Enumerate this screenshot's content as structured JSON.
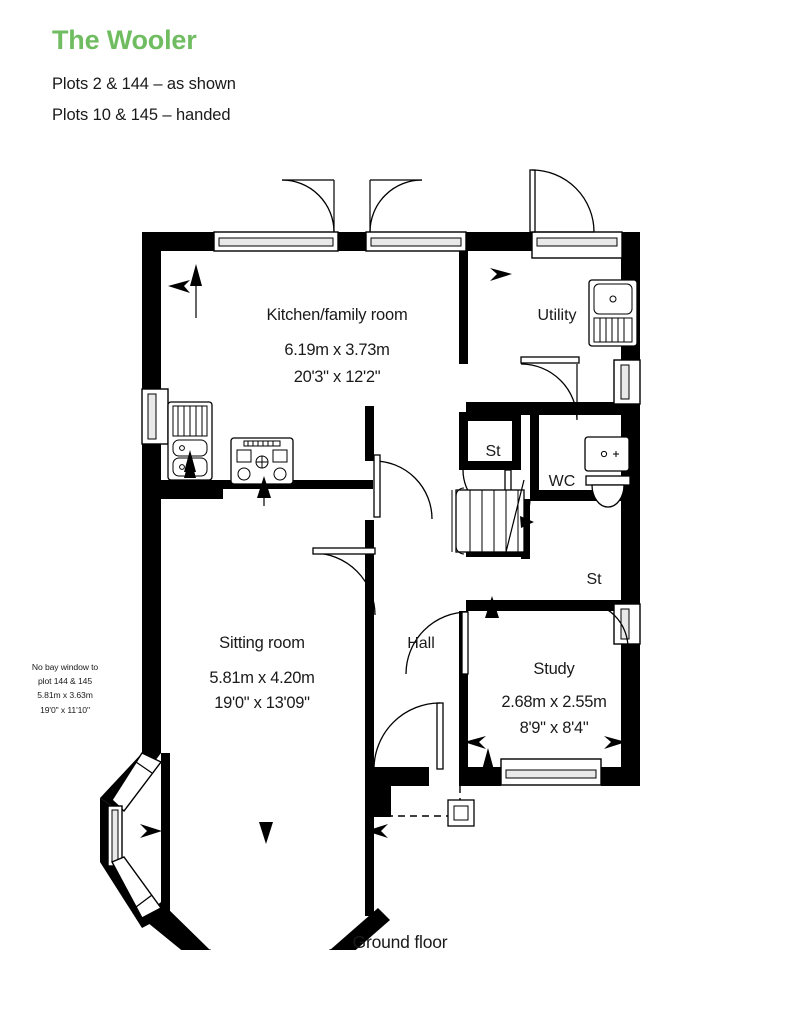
{
  "header": {
    "title": "The Wooler",
    "title_color": "#6fbd60",
    "subtitles": [
      "Plots 2 & 144 – as shown",
      "Plots 10 & 145 – handed"
    ]
  },
  "floor_caption": "Ground floor",
  "bay_note": {
    "line1": "No bay window to",
    "line2": "plot 144 & 145",
    "line3": "5.81m x 3.63m",
    "line4": "19'0\" x 11'10\""
  },
  "rooms": [
    {
      "key": "kitchen",
      "label": "Kitchen/family room",
      "dim_metric": "6.19m x 3.73m",
      "dim_imperial": "20'3\" x 12'2\""
    },
    {
      "key": "sitting",
      "label": "Sitting room",
      "dim_metric": "5.81m x 4.20m",
      "dim_imperial": "19'0\" x 13'09\""
    },
    {
      "key": "study",
      "label": "Study",
      "dim_metric": "2.68m x 2.55m",
      "dim_imperial": "8'9\" x 8'4\""
    },
    {
      "key": "utility",
      "label": "Utility",
      "dim_metric": "",
      "dim_imperial": ""
    },
    {
      "key": "hall",
      "label": "Hall",
      "dim_metric": "",
      "dim_imperial": ""
    },
    {
      "key": "wc",
      "label": "WC",
      "dim_metric": "",
      "dim_imperial": ""
    },
    {
      "key": "store1",
      "label": "St",
      "dim_metric": "",
      "dim_imperial": ""
    },
    {
      "key": "store2",
      "label": "St",
      "dim_metric": "",
      "dim_imperial": ""
    }
  ],
  "fixtures": [
    "kitchen-sink",
    "hob",
    "utility-sink",
    "wc-basin",
    "wc-toilet",
    "staircase"
  ]
}
